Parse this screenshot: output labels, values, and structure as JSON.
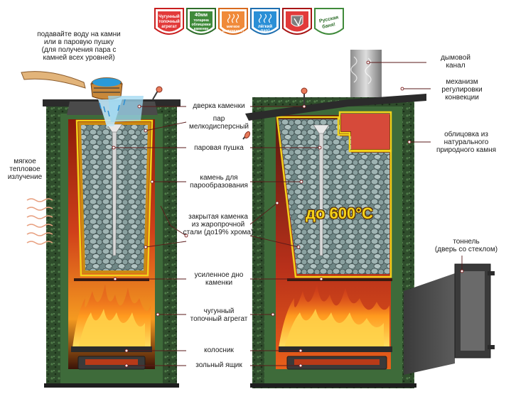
{
  "badges": [
    {
      "lines": [
        "Чугунный",
        "топочный",
        "агрегат"
      ],
      "fill": "#e23a3a"
    },
    {
      "lines": [
        "40мм",
        "толщина",
        "облицовки",
        "каменки"
      ],
      "fill": "#3f8a3a"
    },
    {
      "lines": [
        "мягкое",
        "излучение!"
      ],
      "fill": "#f08a3a"
    },
    {
      "lines": [
        "лёгкий",
        "пар!"
      ],
      "fill": "#2a8fd6"
    },
    {
      "lines": [],
      "fill": "#e23a3a"
    },
    {
      "lines": [
        "Русская",
        "баня!"
      ],
      "fill": "#ffffff"
    }
  ],
  "labels": {
    "water": [
      "подавайте воду на камни",
      "или в паровую пушку",
      "(для получения пара с",
      "камней всех уровней)"
    ],
    "radiation": [
      "мягкое",
      "тепловое",
      "излучение"
    ],
    "door": "дверка каменки",
    "steam": [
      "пар",
      "мелкодисперсный"
    ],
    "gun": "паровая пушка",
    "stones": [
      "камень для",
      "парообразования"
    ],
    "heater": [
      "закрытая каменка",
      "из жаропрочной",
      "стали (до19% хрома)"
    ],
    "bottom": [
      "усиленное дно",
      "каменки"
    ],
    "firebox": [
      "чугунный",
      "топочный агрегат"
    ],
    "grate": "колосник",
    "ashbox": "зольный ящик",
    "chimney": [
      "дымовой",
      "канал"
    ],
    "convection": [
      "механизм",
      "регулировки",
      "конвекции"
    ],
    "cladding": [
      "облицовка из",
      "натурального",
      "природного камня"
    ],
    "tunnel": [
      "тоннель",
      "(дверь со стеклом)"
    ],
    "temperature": "до 600°C"
  },
  "colors": {
    "cladding": "#3e6b3a",
    "cladding_dark": "#1f3d1c",
    "steel": "#2b2b2b",
    "yellow_line": "#f2d21a",
    "fire_red": "#c8321a",
    "fire_orange": "#f5901e",
    "stone": "#8aa1a0",
    "pointer": "#7a1a1a"
  }
}
